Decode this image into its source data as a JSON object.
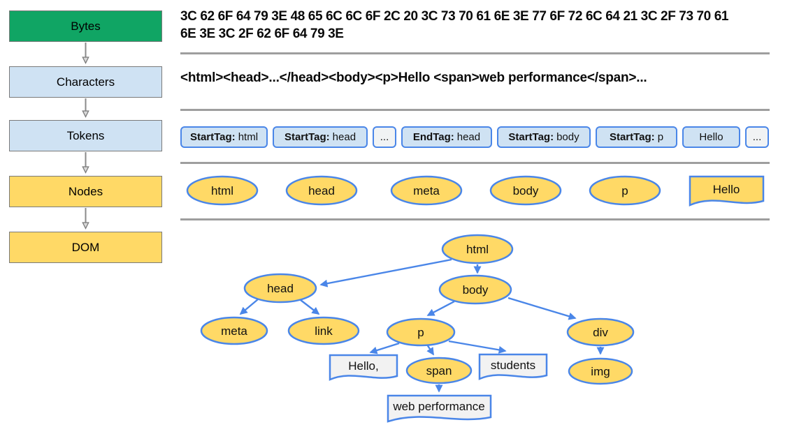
{
  "title": "HTML parsing pipeline: Bytes to Characters to Tokens to Nodes to DOM",
  "colors": {
    "bytes_stage_fill": "#10A564",
    "blue_stage_fill": "#CFE2F3",
    "yellow_stage_fill": "#FFD966",
    "node_fill": "#FFD966",
    "text_node_fill": "#F2F2F2",
    "token_fill": "#CFE2F3",
    "token_ellipsis_fill": "#F1F3F4",
    "blue_border": "#4A86E8",
    "gray_border": "#7A7A7A",
    "separator_gray": "#9E9E9E"
  },
  "stages": [
    {
      "label": "Bytes"
    },
    {
      "label": "Characters"
    },
    {
      "label": "Tokens"
    },
    {
      "label": "Nodes"
    },
    {
      "label": "DOM"
    }
  ],
  "bytes_row": {
    "line1": "3C 62 6F 64 79 3E 48 65 6C 6C 6F 2C 20 3C 73 70 61 6E 3E 77 6F 72 6C 64 21 3C 2F 73 70 61",
    "line2": "6E 3E 3C 2F 62 6F 64 79 3E"
  },
  "characters_row": {
    "text": "<html><head>...</head><body><p>Hello <span>web performance</span>..."
  },
  "tokens_row": {
    "items": [
      {
        "bold": "StartTag:",
        "value": "html"
      },
      {
        "bold": "StartTag:",
        "value": "head"
      },
      {
        "bold": "",
        "value": "..."
      },
      {
        "bold": "EndTag:",
        "value": "head"
      },
      {
        "bold": "StartTag:",
        "value": "body"
      },
      {
        "bold": "StartTag:",
        "value": "p"
      },
      {
        "bold": "",
        "value": "Hello"
      },
      {
        "bold": "",
        "value": "..."
      }
    ]
  },
  "nodes_row": {
    "items": [
      "html",
      "head",
      "meta",
      "body",
      "p",
      "Hello"
    ]
  },
  "dom_tree": {
    "nodes": [
      {
        "label": "html",
        "type": "element"
      },
      {
        "label": "head",
        "type": "element"
      },
      {
        "label": "body",
        "type": "element"
      },
      {
        "label": "meta",
        "type": "element"
      },
      {
        "label": "link",
        "type": "element"
      },
      {
        "label": "p",
        "type": "element"
      },
      {
        "label": "div",
        "type": "element"
      },
      {
        "label": "Hello,",
        "type": "text"
      },
      {
        "label": "span",
        "type": "element"
      },
      {
        "label": "students",
        "type": "text"
      },
      {
        "label": "web performance",
        "type": "text"
      },
      {
        "label": "img",
        "type": "element"
      }
    ],
    "edges": [
      [
        "html",
        "head"
      ],
      [
        "html",
        "body"
      ],
      [
        "head",
        "meta"
      ],
      [
        "head",
        "link"
      ],
      [
        "body",
        "p"
      ],
      [
        "body",
        "div"
      ],
      [
        "p",
        "Hello,"
      ],
      [
        "p",
        "span"
      ],
      [
        "p",
        "students"
      ],
      [
        "span",
        "web performance"
      ],
      [
        "div",
        "img"
      ]
    ]
  }
}
